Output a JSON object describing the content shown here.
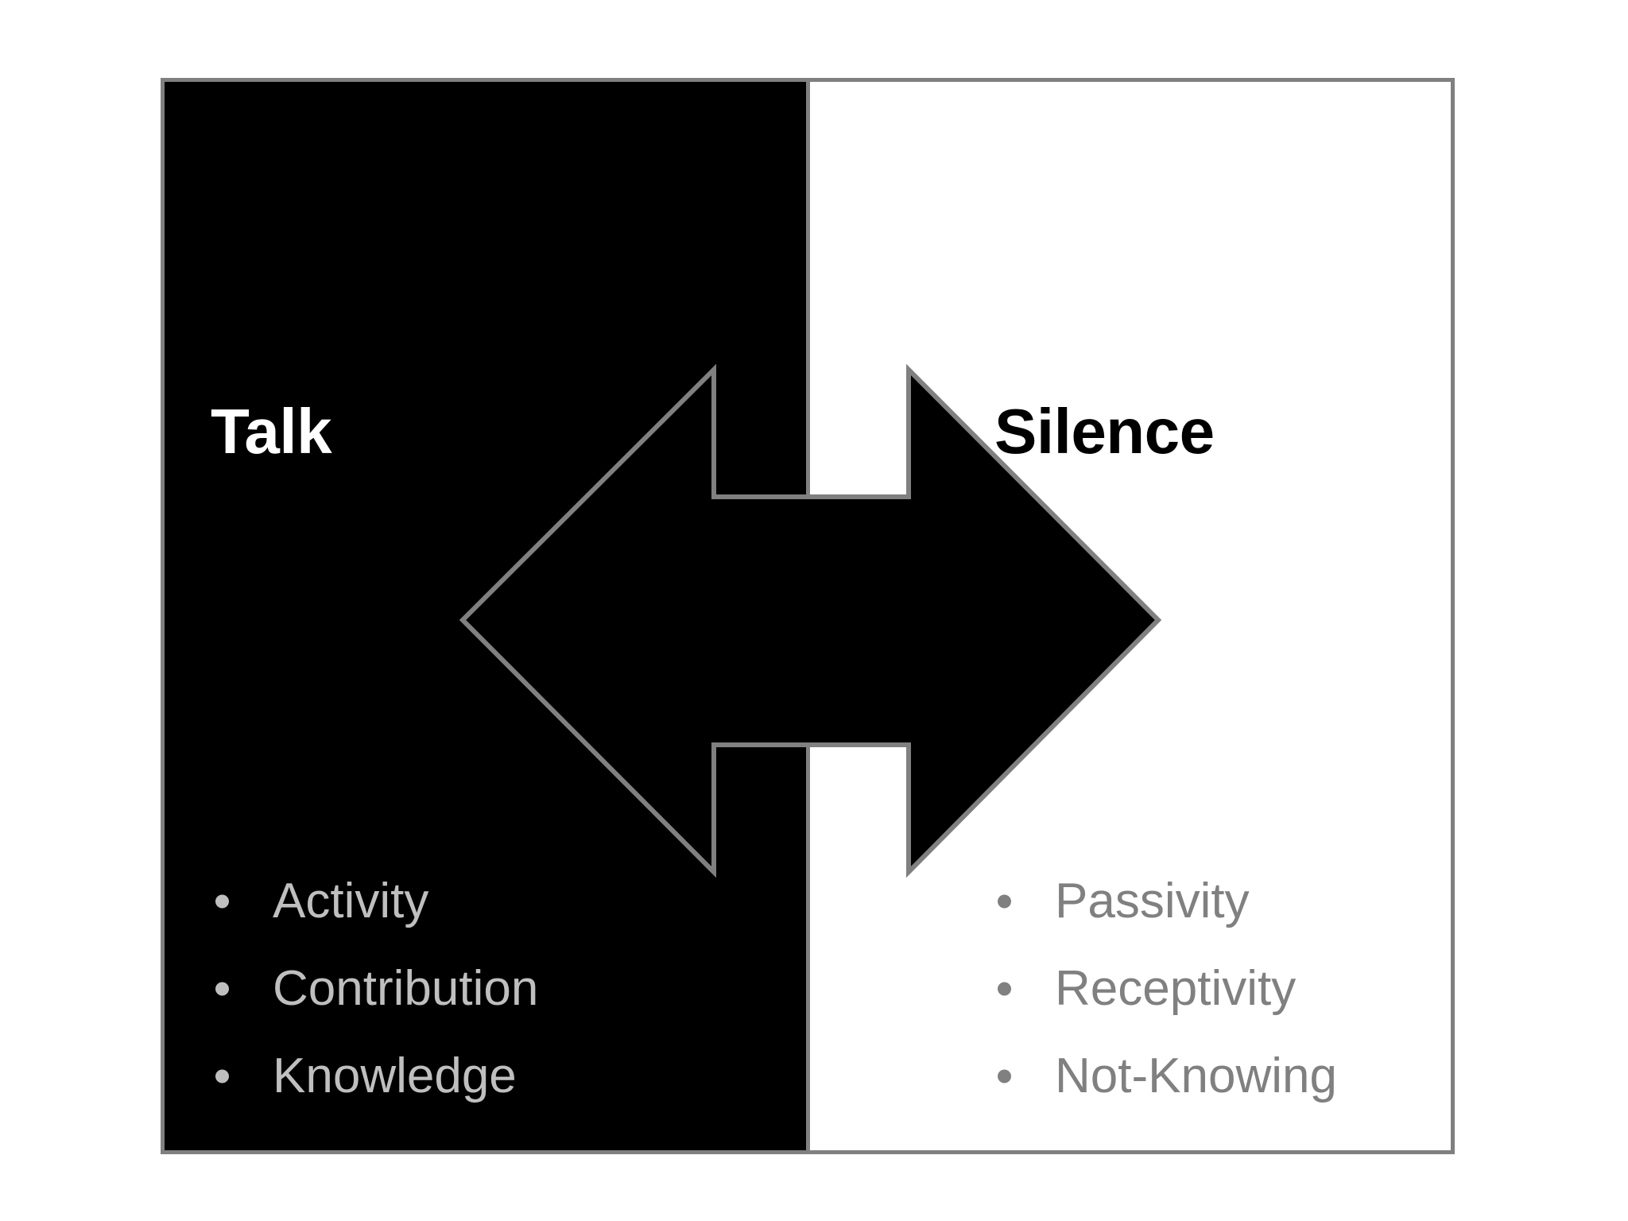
{
  "diagram": {
    "title": "Talk and Silence dual-aspect diagram",
    "colors": {
      "left_panel_background": "#000000",
      "right_panel_background": "#ffffff",
      "frame_border": "#808080",
      "divider": "#808080",
      "arrow_fill": "#000000",
      "arrow_stroke": "#808080",
      "left_heading_text": "#ffffff",
      "right_heading_text": "#000000",
      "left_bullet_text": "#bfbfbf",
      "right_bullet_text": "#808080"
    },
    "left_panel": {
      "heading": "Talk",
      "bullets": [
        {
          "label": "Activity"
        },
        {
          "label": "Contribution"
        },
        {
          "label": "Knowledge"
        }
      ]
    },
    "right_panel": {
      "heading": "Silence",
      "bullets": [
        {
          "label": "Passivity"
        },
        {
          "label": "Receptivity"
        },
        {
          "label": "Not-Knowing"
        }
      ]
    },
    "arrow": {
      "icon_name": "double-headed-horizontal-arrow",
      "direction": "bidirectional"
    }
  }
}
